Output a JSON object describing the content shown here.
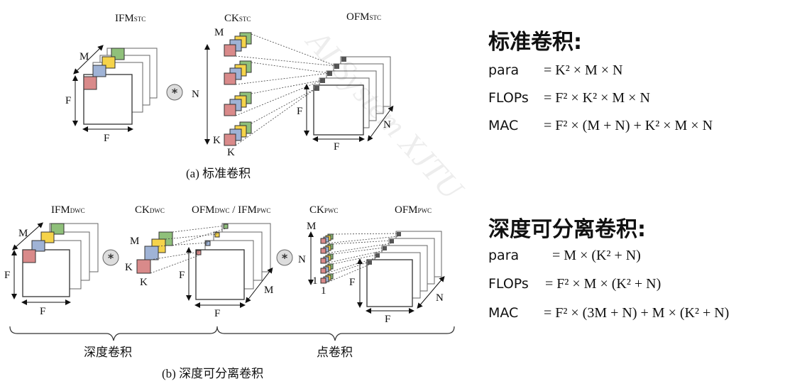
{
  "diagram": {
    "standard": {
      "ifm_label": "IFM",
      "ifm_sub": "STC",
      "ck_label": "CK",
      "ck_sub": "STC",
      "ofm_label": "OFM",
      "ofm_sub": "STC",
      "dim_m": "M",
      "dim_f": "F",
      "dim_n": "N",
      "dim_k": "K",
      "caption": "(a) 标准卷积"
    },
    "separable": {
      "ifm_label": "IFM",
      "ifm_sub": "DWC",
      "ck_label": "CK",
      "ck_sub": "DWC",
      "mid_label_a": "OFM",
      "mid_sub_a": "DWC",
      "mid_label_b": " / IFM",
      "mid_sub_b": "PWC",
      "ck2_label": "CK",
      "ck2_sub": "PWC",
      "ofm_label": "OFM",
      "ofm_sub": "PWC",
      "dim_m": "M",
      "dim_f": "F",
      "dim_n": "N",
      "dim_k": "K",
      "dim_one": "1",
      "brace_left": "深度卷积",
      "brace_right": "点卷积",
      "caption": "(b) 深度可分离卷积"
    },
    "operator": "*",
    "watermark": "AI System XJTU",
    "colors": {
      "red": "#d98a8a",
      "blue": "#9fb3d6",
      "yellow": "#f5d34a",
      "green": "#8fc07a",
      "gray": "#555555"
    }
  },
  "formulas": {
    "standard": {
      "title": "标准卷积:",
      "rows": [
        {
          "name": "para",
          "expr": "= K² × M × N"
        },
        {
          "name": "FLOPs",
          "expr": "= F² × K² × M × N"
        },
        {
          "name": "MAC",
          "expr": "= F² × (M + N) + K² × M × N"
        }
      ]
    },
    "separable": {
      "title": "深度可分离卷积:",
      "rows": [
        {
          "name": "para",
          "expr": "= M × (K² + N)"
        },
        {
          "name": "FLOPs",
          "expr": "= F² × M × (K² + N)"
        },
        {
          "name": "MAC",
          "expr": "= F² × (3M + N) + M × (K² + N)"
        }
      ]
    }
  }
}
